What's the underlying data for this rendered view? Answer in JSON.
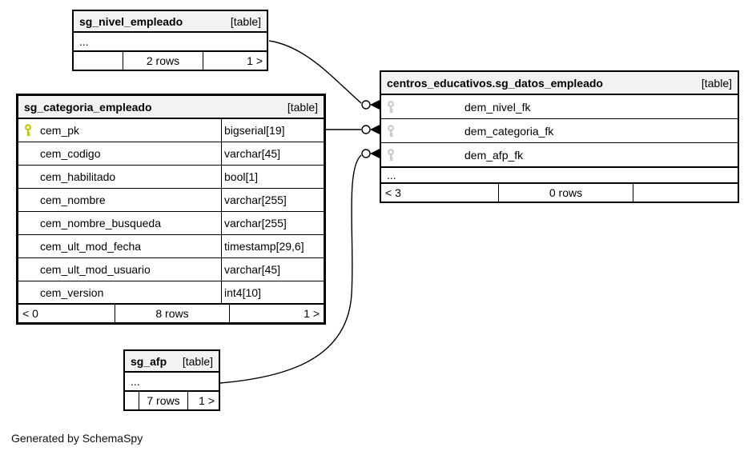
{
  "note": "Generated by SchemaSpy",
  "colors": {
    "primary_key": "#c6c600",
    "foreign_key": "#c9c9c9",
    "header_bg": "#f2f2f2",
    "border": "#000000"
  },
  "tables": [
    {
      "title": "sg_nivel_empleado",
      "tag": "[table]",
      "ellipsis": "...",
      "footer": {
        "left": "",
        "center": "2 rows",
        "right": "1 >"
      }
    },
    {
      "title": "sg_categoria_empleado",
      "tag": "[table]",
      "columns": [
        {
          "name": "cem_pk",
          "type": "bigserial[19]",
          "key": "primary"
        },
        {
          "name": "cem_codigo",
          "type": "varchar[45]",
          "key": ""
        },
        {
          "name": "cem_habilitado",
          "type": "bool[1]",
          "key": ""
        },
        {
          "name": "cem_nombre",
          "type": "varchar[255]",
          "key": ""
        },
        {
          "name": "cem_nombre_busqueda",
          "type": "varchar[255]",
          "key": ""
        },
        {
          "name": "cem_ult_mod_fecha",
          "type": "timestamp[29,6]",
          "key": ""
        },
        {
          "name": "cem_ult_mod_usuario",
          "type": "varchar[45]",
          "key": ""
        },
        {
          "name": "cem_version",
          "type": "int4[10]",
          "key": ""
        }
      ],
      "footer": {
        "left": "< 0",
        "center": "8 rows",
        "right": "1 >"
      }
    },
    {
      "title": "centros_educativos.sg_datos_empleado",
      "tag": "[table]",
      "columns": [
        {
          "name": "dem_nivel_fk",
          "key": "foreign"
        },
        {
          "name": "dem_categoria_fk",
          "key": "foreign"
        },
        {
          "name": "dem_afp_fk",
          "key": "foreign"
        }
      ],
      "ellipsis": "...",
      "footer": {
        "left": "< 3",
        "center": "0 rows",
        "right": ""
      }
    },
    {
      "title": "sg_afp",
      "tag": "[table]",
      "ellipsis": "...",
      "footer": {
        "left": "",
        "center": "7 rows",
        "right": "1 >"
      }
    }
  ],
  "relations": [
    {
      "from": "sg_nivel_empleado",
      "to": "centros_educativos.sg_datos_empleado.dem_nivel_fk"
    },
    {
      "from": "sg_categoria_empleado.cem_pk",
      "to": "centros_educativos.sg_datos_empleado.dem_categoria_fk"
    },
    {
      "from": "sg_afp",
      "to": "centros_educativos.sg_datos_empleado.dem_afp_fk"
    }
  ]
}
